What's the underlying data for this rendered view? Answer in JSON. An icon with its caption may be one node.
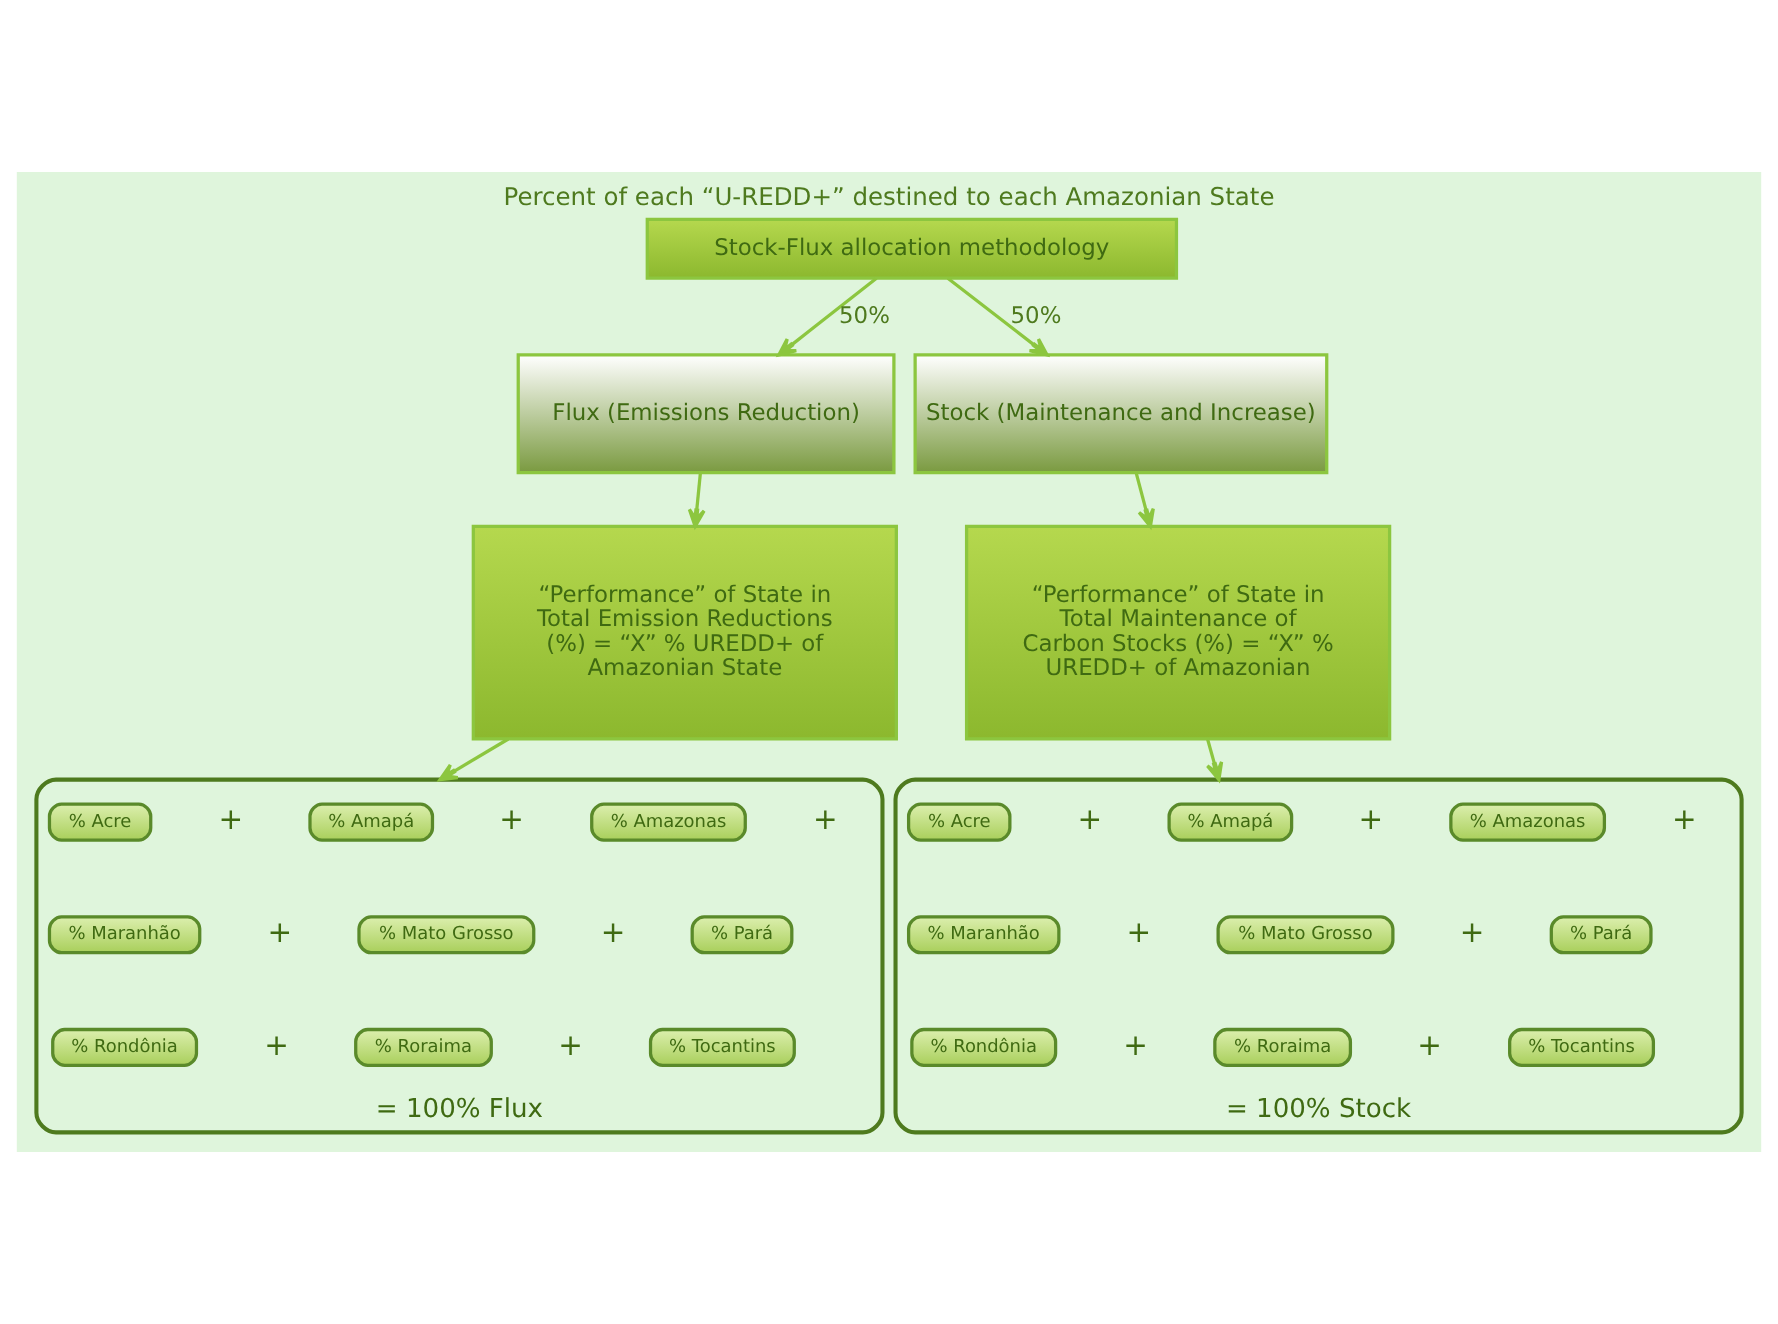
{
  "diagram": {
    "title": "Percent of each “U-REDD+” destined to each Amazonian State",
    "nodes": [
      {
        "text": [
          "Stock-Flux allocation methodology"
        ]
      },
      {
        "text": [
          "Flux (Emissions Reduction)"
        ]
      },
      {
        "text": [
          "Stock (Maintenance and Increase)"
        ]
      },
      {
        "text": [
          "“Performance” of State in Total Emission Reductions (%) = “X” % UREDD+ of Amazonian State"
        ]
      },
      {
        "text": [
          "“Performance” of State in Total Maintenance of Carbon Stocks (%) = “X” % UREDD+ of Amazonian"
        ]
      },
      {
        "text": [
          "= 100% Flux"
        ]
      },
      {
        "text": [
          "% Acre"
        ],
        "in": 5
      },
      {
        "text": [
          "% Amapá"
        ],
        "in": 5
      },
      {
        "text": [
          "% Amazonas"
        ],
        "in": 5
      },
      {
        "text": [
          "% Maranhão"
        ],
        "in": 5
      },
      {
        "text": [
          "% Mato Grosso"
        ],
        "in": 5
      },
      {
        "text": [
          "% Pará"
        ],
        "in": 5
      },
      {
        "text": [
          "% Rondônia"
        ],
        "in": 5
      },
      {
        "text": [
          "% Roraima"
        ],
        "in": 5
      },
      {
        "text": [
          "% Tocantins"
        ],
        "in": 5
      },
      {
        "text": [
          "= 100% Stock"
        ]
      },
      {
        "text": [
          "% Acre"
        ],
        "in": 15
      },
      {
        "text": [
          "% Amapá"
        ],
        "in": 15
      },
      {
        "text": [
          "% Amazonas"
        ],
        "in": 15
      },
      {
        "text": [
          "% Maranhão"
        ],
        "in": 15
      },
      {
        "text": [
          "% Mato Grosso"
        ],
        "in": 15
      },
      {
        "text": [
          "% Pará"
        ],
        "in": 15
      },
      {
        "text": [
          "% Rondônia"
        ],
        "in": 15
      },
      {
        "text": [
          "% Roraima"
        ],
        "in": 15
      },
      {
        "text": [
          "% Tocantins"
        ],
        "in": 15
      }
    ],
    "edges": [
      {
        "from": 0,
        "to": 1,
        "arrow": "to",
        "label": "50%"
      },
      {
        "from": 0,
        "to": 2,
        "arrow": "to",
        "label": "50%"
      },
      {
        "from": 1,
        "to": 3,
        "arrow": "to"
      },
      {
        "from": 2,
        "to": 4,
        "arrow": "to"
      },
      {
        "from": 3,
        "to": 5,
        "arrow": "to"
      },
      {
        "from": 4,
        "to": 15,
        "arrow": "to"
      }
    ],
    "labels": [
      "+",
      "+",
      "+",
      "+",
      "+",
      "+",
      "+",
      "+",
      "+",
      "+",
      "+",
      "+",
      "+",
      "+"
    ]
  }
}
